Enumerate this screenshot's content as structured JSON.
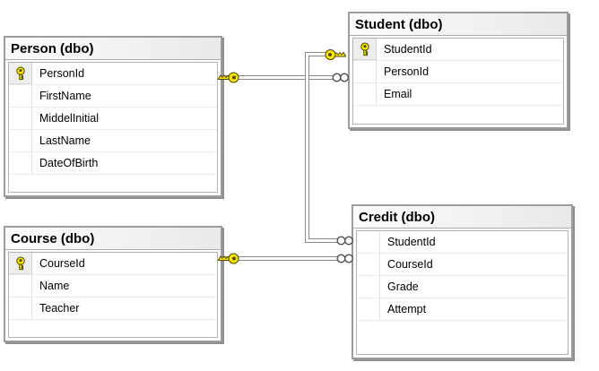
{
  "diagram": {
    "tables": {
      "person": {
        "title": "Person (dbo)",
        "columns": [
          {
            "name": "PersonId",
            "pk": true
          },
          {
            "name": "FirstName",
            "pk": false
          },
          {
            "name": "MiddelInitial",
            "pk": false
          },
          {
            "name": "LastName",
            "pk": false
          },
          {
            "name": "DateOfBirth",
            "pk": false
          }
        ]
      },
      "student": {
        "title": "Student (dbo)",
        "columns": [
          {
            "name": "StudentId",
            "pk": true
          },
          {
            "name": "PersonId",
            "pk": false
          },
          {
            "name": "Email",
            "pk": false
          }
        ]
      },
      "course": {
        "title": "Course (dbo)",
        "columns": [
          {
            "name": "CourseId",
            "pk": true
          },
          {
            "name": "Name",
            "pk": false
          },
          {
            "name": "Teacher",
            "pk": false
          }
        ]
      },
      "credit": {
        "title": "Credit (dbo)",
        "columns": [
          {
            "name": "StudentId",
            "pk": false
          },
          {
            "name": "CourseId",
            "pk": false
          },
          {
            "name": "Grade",
            "pk": false
          },
          {
            "name": "Attempt",
            "pk": false
          }
        ]
      }
    },
    "relationships": [
      {
        "one": "Person.PersonId",
        "many": "Student.PersonId",
        "cardinality": "one-to-many"
      },
      {
        "one": "Student.StudentId",
        "many": "Credit.StudentId",
        "cardinality": "one-to-many"
      },
      {
        "one": "Course.CourseId",
        "many": "Credit.CourseId",
        "cardinality": "one-to-many"
      }
    ],
    "icons": {
      "primary_key": "key-icon",
      "one_end": "key-icon",
      "many_end": "infinity-icon"
    },
    "colors": {
      "key_fill": "#ffe600",
      "line_gray": "#878787",
      "table_border": "#9c9c9c",
      "header_gradient_start": "#fcfcfc",
      "header_gradient_end": "#e9e9e9"
    }
  }
}
